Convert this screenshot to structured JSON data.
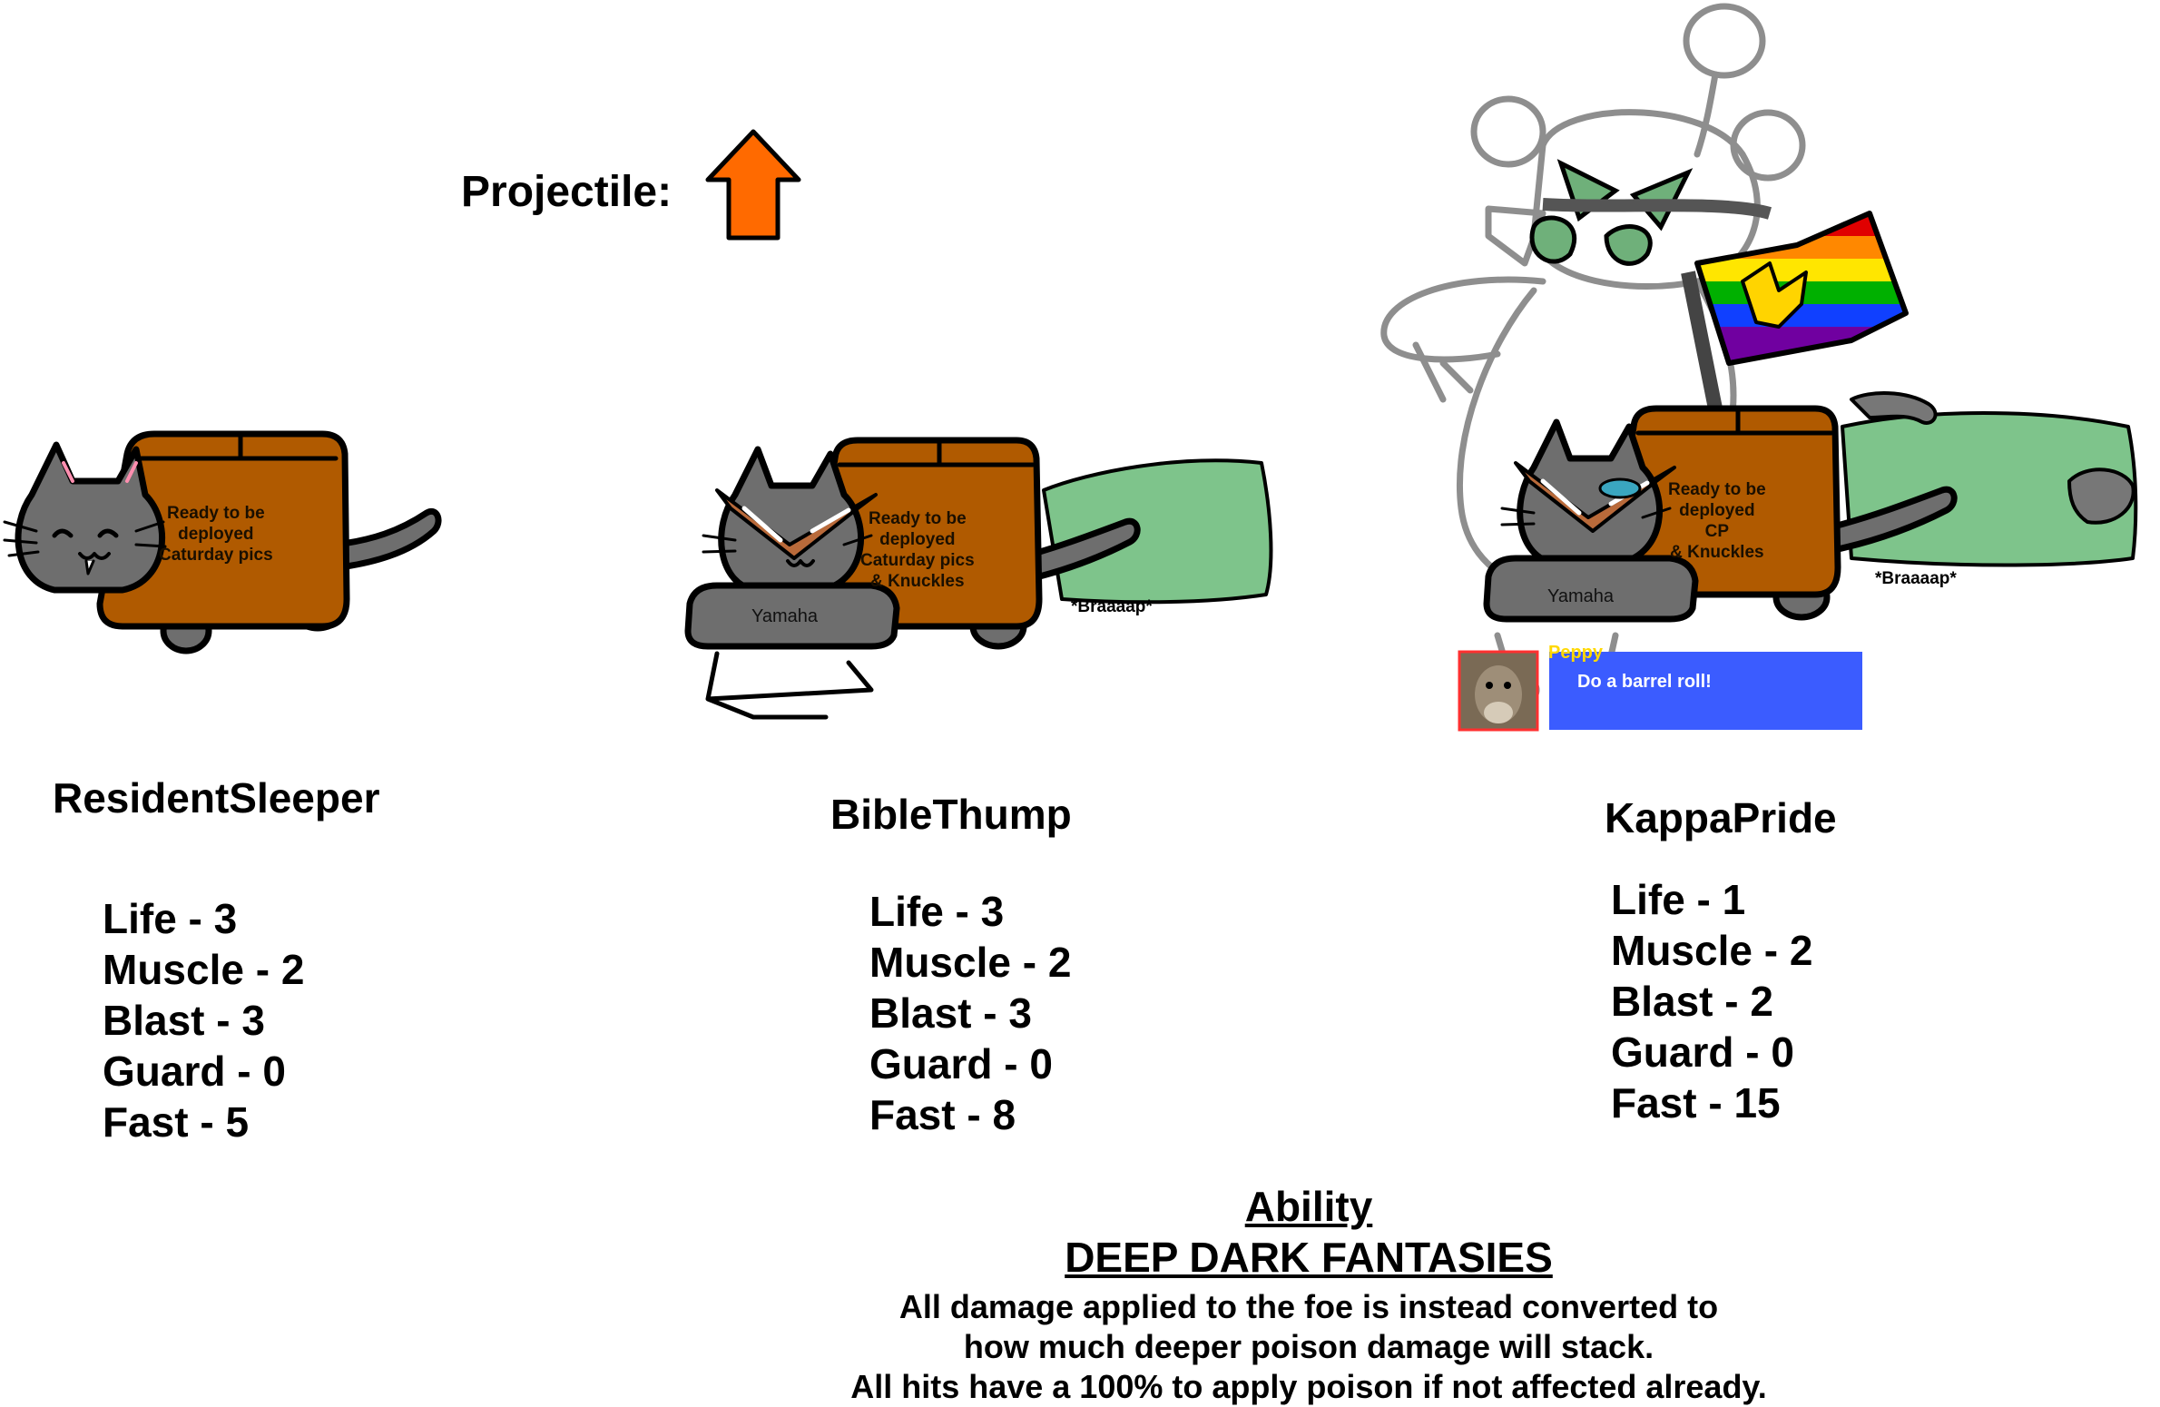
{
  "projectile": {
    "label": "Projectile:",
    "icon": "orange-up-arrow-icon",
    "color": "#ff6a00"
  },
  "colors": {
    "box": "#b05a00",
    "cat": "#6e6e6e",
    "cloud": "#7ec48b",
    "dialog_bg": "#3b5cff"
  },
  "characters": [
    {
      "name": "ResidentSleeper",
      "box_text": [
        "Ready to be",
        "deployed",
        "Caturday pics"
      ],
      "stats": [
        "Life - 3",
        "Muscle - 2",
        "Blast - 3",
        "Guard - 0",
        "Fast - 5"
      ]
    },
    {
      "name": "BibleThump",
      "box_text": [
        "Ready to be",
        "deployed",
        "Caturday pics",
        "& Knuckles"
      ],
      "vehicle": "Yamaha",
      "sound": "*Braaaap*",
      "stats": [
        "Life - 3",
        "Muscle - 2",
        "Blast - 3",
        "Guard - 0",
        "Fast - 8"
      ]
    },
    {
      "name": "KappaPride",
      "box_text": [
        "Ready to be",
        "deployed",
        "CP",
        "& Knuckles"
      ],
      "vehicle": "Yamaha",
      "sound": "*Braaaap*",
      "dialog": {
        "speaker": "Peppy",
        "text": "Do a barrel roll!"
      },
      "stats": [
        "Life - 1",
        "Muscle - 2",
        "Blast - 2",
        "Guard - 0",
        "Fast - 15"
      ]
    }
  ],
  "ability": {
    "heading": "Ability",
    "name": "DEEP DARK FANTASIES",
    "description": [
      "All damage applied to the foe is instead converted to",
      "how much deeper poison damage will stack.",
      "All hits have a 100% to apply poison if not affected already."
    ]
  }
}
